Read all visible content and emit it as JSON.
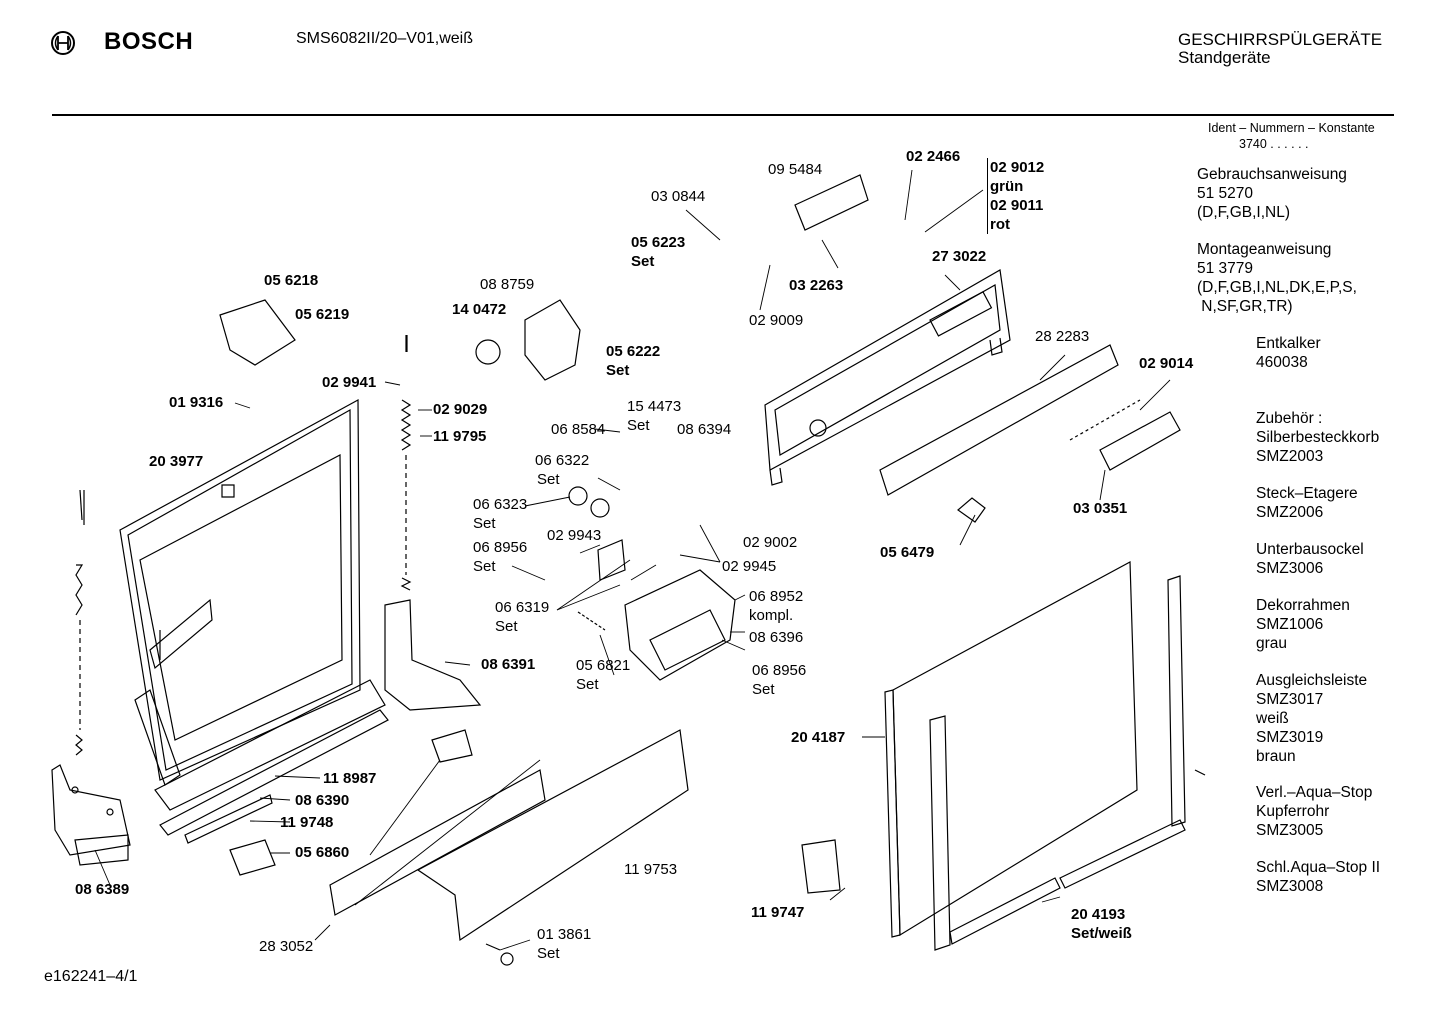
{
  "header": {
    "brand": "BOSCH",
    "model": "SMS6082II/20–V01,weiß",
    "category_line1": "GESCHIRRSPÜLGERÄTE",
    "category_line2": "Standgeräte"
  },
  "ident": {
    "label": "Ident – Nummern – Konstante",
    "value": "3740 . . . . . ."
  },
  "sidebar": {
    "doc1": [
      "Gebrauchsanweisung",
      "51 5270",
      "(D,F,GB,I,NL)"
    ],
    "doc2": [
      "Montageanweisung",
      "51 3779",
      "(D,F,GB,I,NL,DK,E,P,S,",
      " N,SF,GR,TR)"
    ],
    "items": [
      [
        "Entkalker",
        "460038"
      ],
      [
        "Zubehör :",
        "Silberbesteckkorb",
        "SMZ2003"
      ],
      [
        "Steck–Etagere",
        "SMZ2006"
      ],
      [
        "Unterbausockel",
        "SMZ3006"
      ],
      [
        "Dekorrahmen",
        "SMZ1006",
        "grau"
      ],
      [
        "Ausgleichsleiste",
        "SMZ3017",
        "weiß",
        "SMZ3019",
        "braun"
      ],
      [
        "Verl.–Aqua–Stop",
        "Kupferrohr",
        "SMZ3005"
      ],
      [
        "Schl.Aqua–Stop II",
        "SMZ3008"
      ]
    ]
  },
  "parts": {
    "p056218": "05 6218",
    "p056219": "05 6219",
    "p029941": "02 9941",
    "p019316": "01 9316",
    "p029029": "02 9029",
    "p119795": "11 9795",
    "p203977": "20 3977",
    "p140472": "14 0472",
    "p088759": "08 8759",
    "p030844": "03 0844",
    "p056223": "05 6223",
    "p056223s": "Set",
    "p056222": "05 6222",
    "p056222s": "Set",
    "p095484": "09 5484",
    "p022466": "02 2466",
    "p029012": "02 9012",
    "p029012c": "grün",
    "p029011": "02 9011",
    "p029011c": "rot",
    "p032263": "03 2263",
    "p029009": "02 9009",
    "p273022": "27 3022",
    "p282283": "28 2283",
    "p029014": "02 9014",
    "p030351": "03 0351",
    "p154473": "15 4473",
    "p154473s": "Set",
    "p068584": "06 8584",
    "p086394": "08 6394",
    "p066322": "06 6322",
    "p066322s": "Set",
    "p066323": "06 6323",
    "p066323s": "Set",
    "p029943": "02 9943",
    "p068956a": "06 8956",
    "p068956as": "Set",
    "p029002": "02 9002",
    "p029945": "02 9945",
    "p066319": "06 6319",
    "p066319s": "Set",
    "p068952": "06 8952",
    "p068952s": "kompl.",
    "p086396": "08 6396",
    "p056821": "05 6821",
    "p056821s": "Set",
    "p068956b": "06 8956",
    "p068956bs": "Set",
    "p056479": "05 6479",
    "p086391": "08 6391",
    "p118987": "11 8987",
    "p086390": "08 6390",
    "p119748": "11 9748",
    "p056860": "05 6860",
    "p086389": "08 6389",
    "p119753": "11 9753",
    "p283052": "28 3052",
    "p013861": "01 3861",
    "p013861s": "Set",
    "p204187": "20 4187",
    "p119747": "11 9747",
    "p204193": "20 4193",
    "p204193s": "Set/weiß"
  },
  "footer": {
    "drawing_id": "e162241–4/1"
  }
}
